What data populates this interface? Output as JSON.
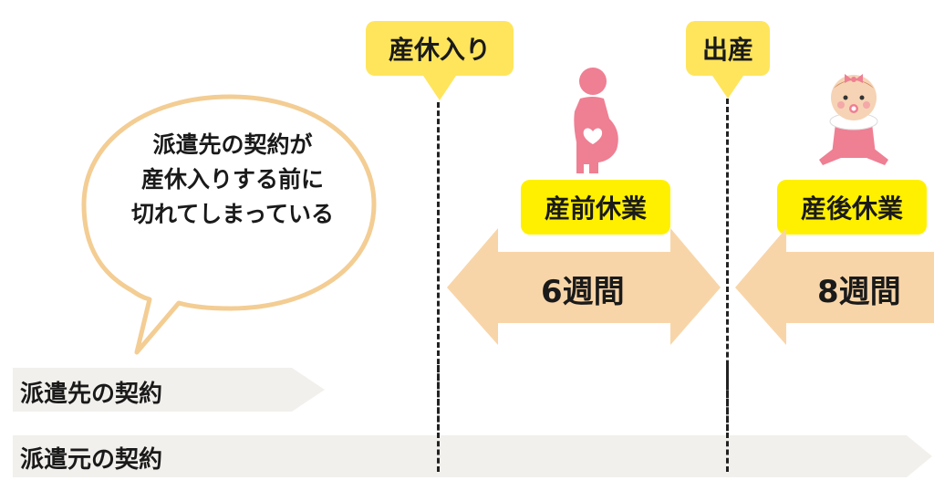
{
  "markers": {
    "leave_start": "産休入り",
    "birth": "出産"
  },
  "speech_bubble": {
    "line1": "派遣先の契約が",
    "line2": "産休入りする前に",
    "line3": "切れてしまっている"
  },
  "periods": {
    "prenatal_label": "産前休業",
    "prenatal_weeks": "6週間",
    "postnatal_label": "産後休業",
    "postnatal_weeks": "8週間"
  },
  "contracts": {
    "client_contract": "派遣先の契約",
    "agency_contract": "派遣元の契約"
  },
  "icons": {
    "pregnant": "pregnant-woman-icon",
    "baby": "baby-icon"
  },
  "colors": {
    "tag_yellow": "#ffe55c",
    "label_yellow": "#fff000",
    "arrow_peach": "#f8d5a8",
    "bar_gray": "#f2f0ec",
    "woman_pink": "#ef7f93",
    "bubble_border": "#f3cd93"
  }
}
